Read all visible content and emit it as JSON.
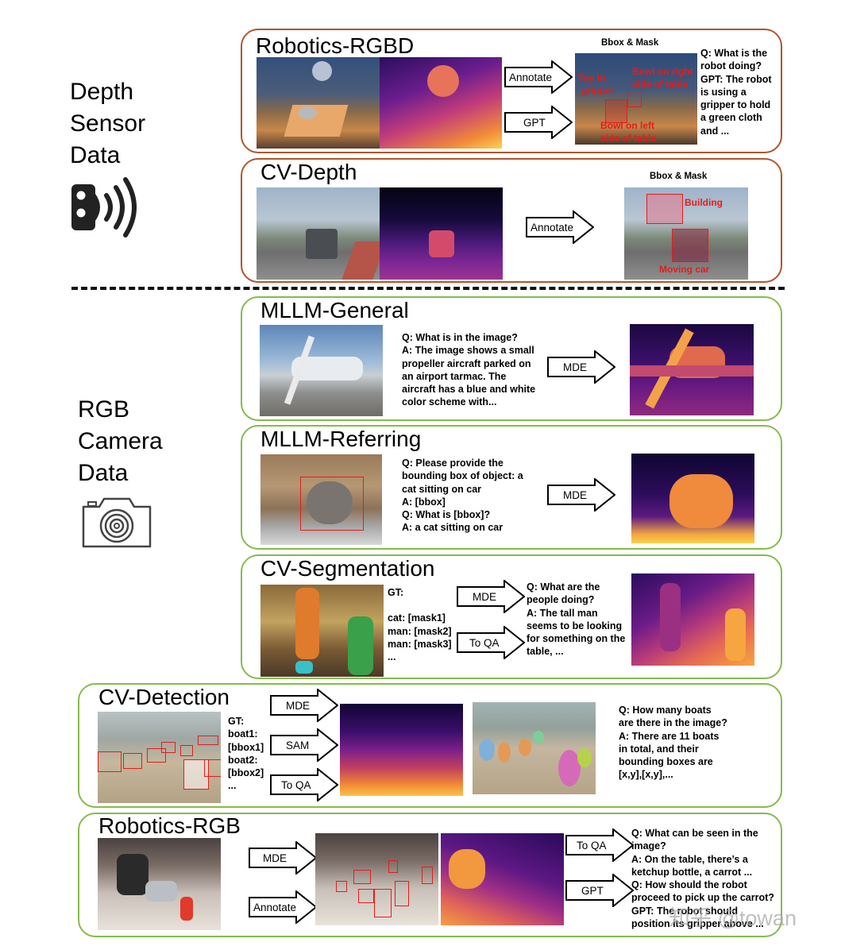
{
  "depth_group": {
    "label": [
      "Depth",
      "Sensor",
      "Data"
    ],
    "icon": "depth-sensor-icon"
  },
  "rgb_group": {
    "label": [
      "RGB",
      "Camera",
      "Data"
    ],
    "icon": "camera-icon"
  },
  "colors": {
    "depth_border": "#b2552a",
    "rgb_border": "#86bb4c",
    "annotation_red": "#e51c1c"
  },
  "panels": {
    "robotics_rgbd": {
      "title": "Robotics-RGBD",
      "arrows": [
        "Annotate",
        "GPT"
      ],
      "caption": "Bbox & Mask",
      "labels": [
        "Toy in",
        "gripper",
        "Bowl on right",
        "side of table",
        "Bowl on left",
        "side of table"
      ],
      "text": [
        "Q: What is the",
        "robot doing?",
        "GPT: The robot",
        "is using a",
        "gripper to hold",
        "a green cloth",
        "and ..."
      ]
    },
    "cv_depth": {
      "title": "CV-Depth",
      "arrows": [
        "Annotate"
      ],
      "caption": "Bbox & Mask",
      "labels": [
        "Building",
        "Moving car"
      ]
    },
    "mllm_general": {
      "title": "MLLM-General",
      "arrows": [
        "MDE"
      ],
      "text": [
        "Q: What is in the image?",
        "A: The image shows a small",
        "propeller aircraft parked on",
        "an airport tarmac. The",
        "aircraft has a blue and white",
        "color scheme with..."
      ]
    },
    "mllm_referring": {
      "title": "MLLM-Referring",
      "arrows": [
        "MDE"
      ],
      "text": [
        "Q: Please provide the",
        "bounding box of object: a",
        "cat sitting on car",
        "A: [bbox]",
        "Q: What is [bbox]?",
        "A: a cat sitting on car"
      ]
    },
    "cv_segmentation": {
      "title": "CV-Segmentation",
      "arrows": [
        "MDE",
        "To QA"
      ],
      "gt": [
        "GT:",
        "",
        "cat: [mask1]",
        "man: [mask2]",
        "man: [mask3]",
        "..."
      ],
      "text": [
        "Q: What are the",
        "people doing?",
        "A:  The tall man",
        "seems to be looking",
        "for something on the",
        "table, ..."
      ]
    },
    "cv_detection": {
      "title": "CV-Detection",
      "arrows": [
        "MDE",
        "SAM",
        "To QA"
      ],
      "gt": [
        "GT:",
        "boat1:",
        "[bbox1]",
        "boat2:",
        "[bbox2]",
        "..."
      ],
      "text": [
        "Q: How many boats",
        "are there in the image?",
        "A: There are 11 boats",
        "in total, and their",
        "bounding boxes are",
        "[x,y],[x,y],..."
      ]
    },
    "robotics_rgb": {
      "title": "Robotics-RGB",
      "arrows": [
        "MDE",
        "Annotate",
        "To QA",
        "GPT"
      ],
      "text": [
        "Q: What can be seen in the",
        "image?",
        "A: On the table, there’s a",
        "ketchup bottle, a carrot ...",
        "Q: How should the robot",
        "proceed to pick up the carrot?",
        "GPT: The robot should",
        "position its gripper above ..."
      ]
    }
  },
  "watermark": "知乎 @towan"
}
